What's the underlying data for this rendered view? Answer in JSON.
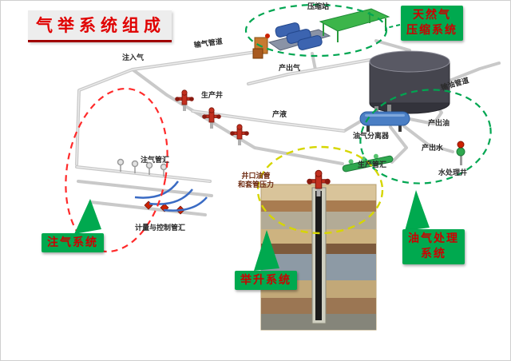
{
  "title": "气举系统组成",
  "system_labels": {
    "compression_line1": "天然气",
    "compression_line2": "压缩系统",
    "injection": "注气系统",
    "lifting": "举升系统",
    "processing_line1": "油气处理",
    "processing_line2": "系统"
  },
  "annotations": {
    "compressor_station": "压缩站",
    "gas_pipeline": "输气管道",
    "injection_gas": "注入气",
    "produced_gas": "产出气",
    "production_well": "生产井",
    "produced_liquid": "产液",
    "oil_pipeline": "输油管道",
    "separator": "油气分离器",
    "produced_oil": "产出油",
    "produced_water": "产出水",
    "water_treatment_well": "水处理井",
    "injection_manifold": "注气管汇",
    "metering_manifold": "计量与控制管汇",
    "production_manifold": "生产管汇",
    "wellhead_line1": "井口油管",
    "wellhead_line2": "和套管压力"
  },
  "colors": {
    "title_red": "#e00000",
    "label_green": "#00a94f",
    "label_text_red": "#cc0000",
    "ellipse_red": "#ff2a2a",
    "ellipse_green": "#00a651",
    "ellipse_yellow": "#d6d600"
  }
}
